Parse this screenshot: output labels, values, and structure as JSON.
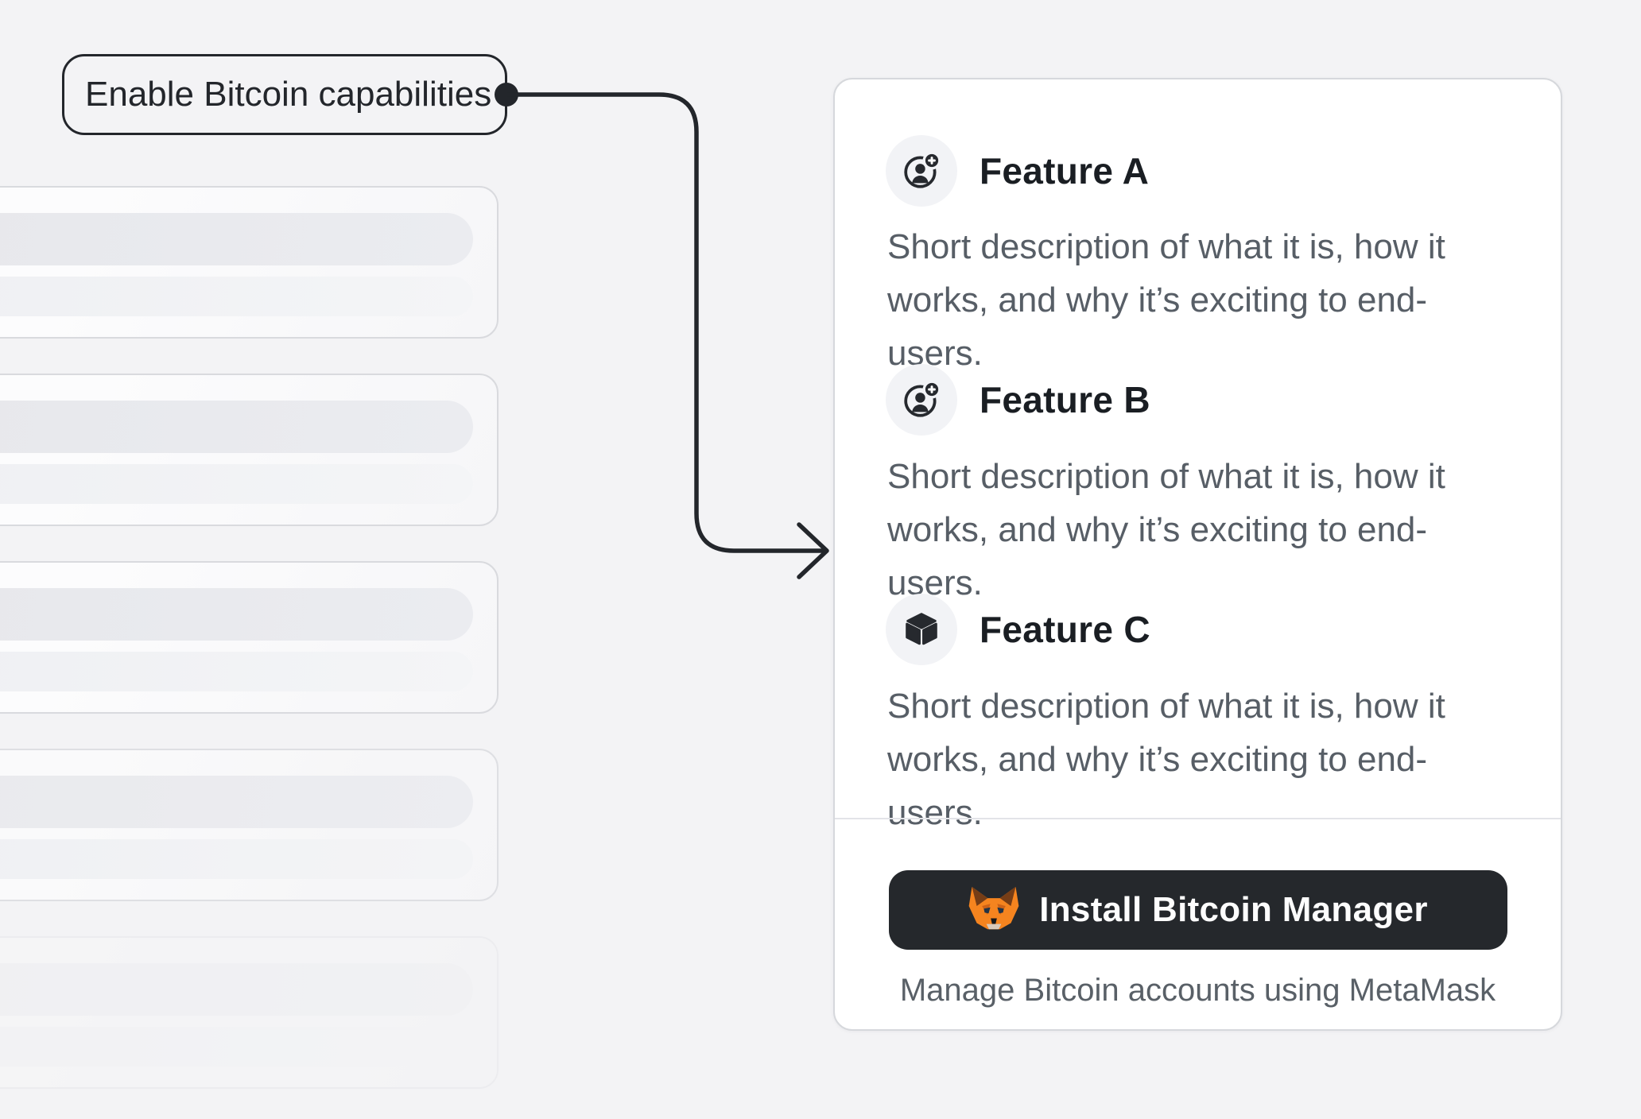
{
  "colors": {
    "page_background": "#f3f3f5",
    "annotation_dark": "#23262b",
    "card_border": "#d6d8dc",
    "text_primary": "#1a1e23",
    "text_secondary": "#575e66",
    "button_background": "#25282c",
    "metamask_orange": "#f5841f"
  },
  "callout": {
    "label": "Enable Bitcoin capabilities"
  },
  "skeleton": {
    "card_count": 5,
    "bars_per_card": 2
  },
  "panel": {
    "features": [
      {
        "label": "Feature A",
        "icon": "user-add-icon",
        "description": "Short description of what it is, how it works, and why it’s exciting to end-users."
      },
      {
        "label": "Feature B",
        "icon": "user-add-icon",
        "description": "Short description of what it is, how it works, and why it’s exciting to end-users."
      },
      {
        "label": "Feature C",
        "icon": "cube-icon",
        "description": "Short description of what it is, how it works, and why it’s exciting to end-users."
      }
    ],
    "install_button": {
      "label": "Install Bitcoin Manager",
      "icon": "metamask-fox-icon"
    },
    "caption": "Manage Bitcoin accounts using MetaMask"
  }
}
